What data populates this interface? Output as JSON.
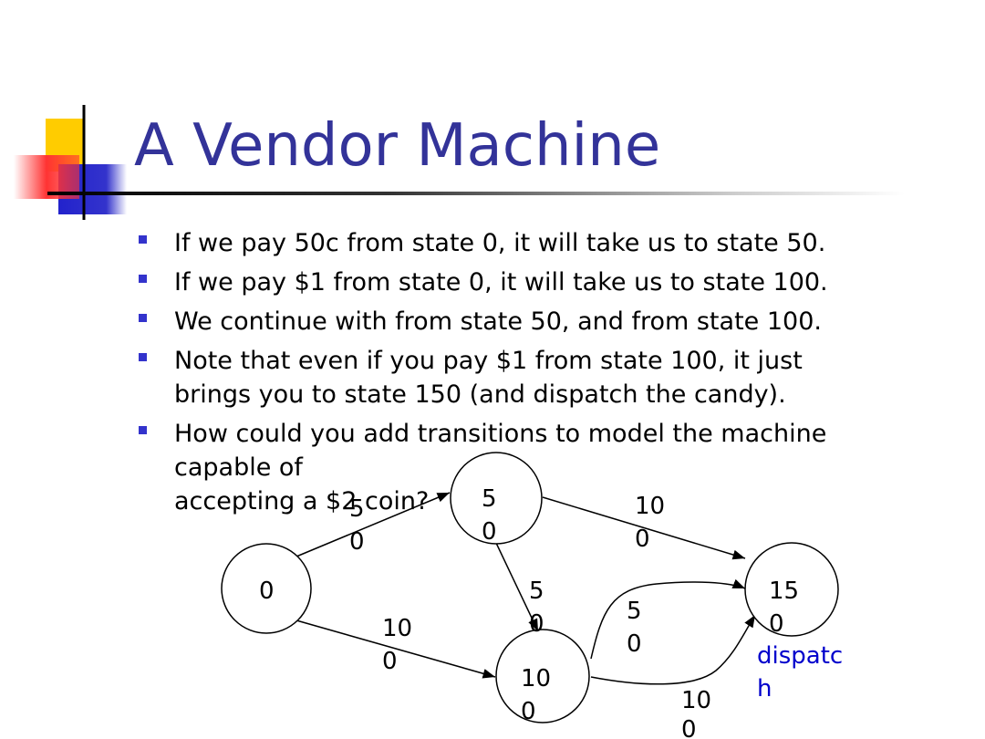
{
  "slide": {
    "title": "A Vendor Machine",
    "bullets": [
      [
        "If we pay 50c from state 0, it will take us to state 50."
      ],
      [
        "If we pay $1 from state 0, it will take us to state 100."
      ],
      [
        "We continue with from state 50, and from state 100."
      ],
      [
        "Note that even if you pay $1 from state 100, it just",
        "brings you to state 150 (and dispatch the candy)."
      ],
      [
        "How could you add transitions to model the machine",
        "capable of",
        "accepting a $2 coin?"
      ]
    ]
  },
  "diagram": {
    "states": [
      {
        "id": "s0",
        "lines": [
          "0"
        ]
      },
      {
        "id": "s50",
        "lines": [
          "5",
          "0"
        ]
      },
      {
        "id": "s100",
        "lines": [
          "10",
          "0"
        ]
      },
      {
        "id": "s150",
        "lines": [
          "15",
          "0"
        ]
      }
    ],
    "edges": [
      {
        "id": "e0-50",
        "lines": [
          "5",
          "0"
        ]
      },
      {
        "id": "e0-100",
        "lines": [
          "10",
          "0"
        ]
      },
      {
        "id": "e50-150",
        "lines": [
          "10",
          "0"
        ]
      },
      {
        "id": "e50-100",
        "lines": [
          "5",
          "0"
        ]
      },
      {
        "id": "e100-150-a",
        "lines": [
          "5",
          "0"
        ]
      },
      {
        "id": "e100-150-b",
        "lines": [
          "10",
          "0"
        ]
      }
    ],
    "annotation": {
      "lines": [
        "dispatc",
        "h"
      ],
      "color": "#0000cc"
    }
  },
  "colors": {
    "title": "#333399",
    "bullet": "#3333cc",
    "accent_yellow": "#ffcc00",
    "accent_red": "#ff3333",
    "accent_blue": "#3333cc"
  }
}
